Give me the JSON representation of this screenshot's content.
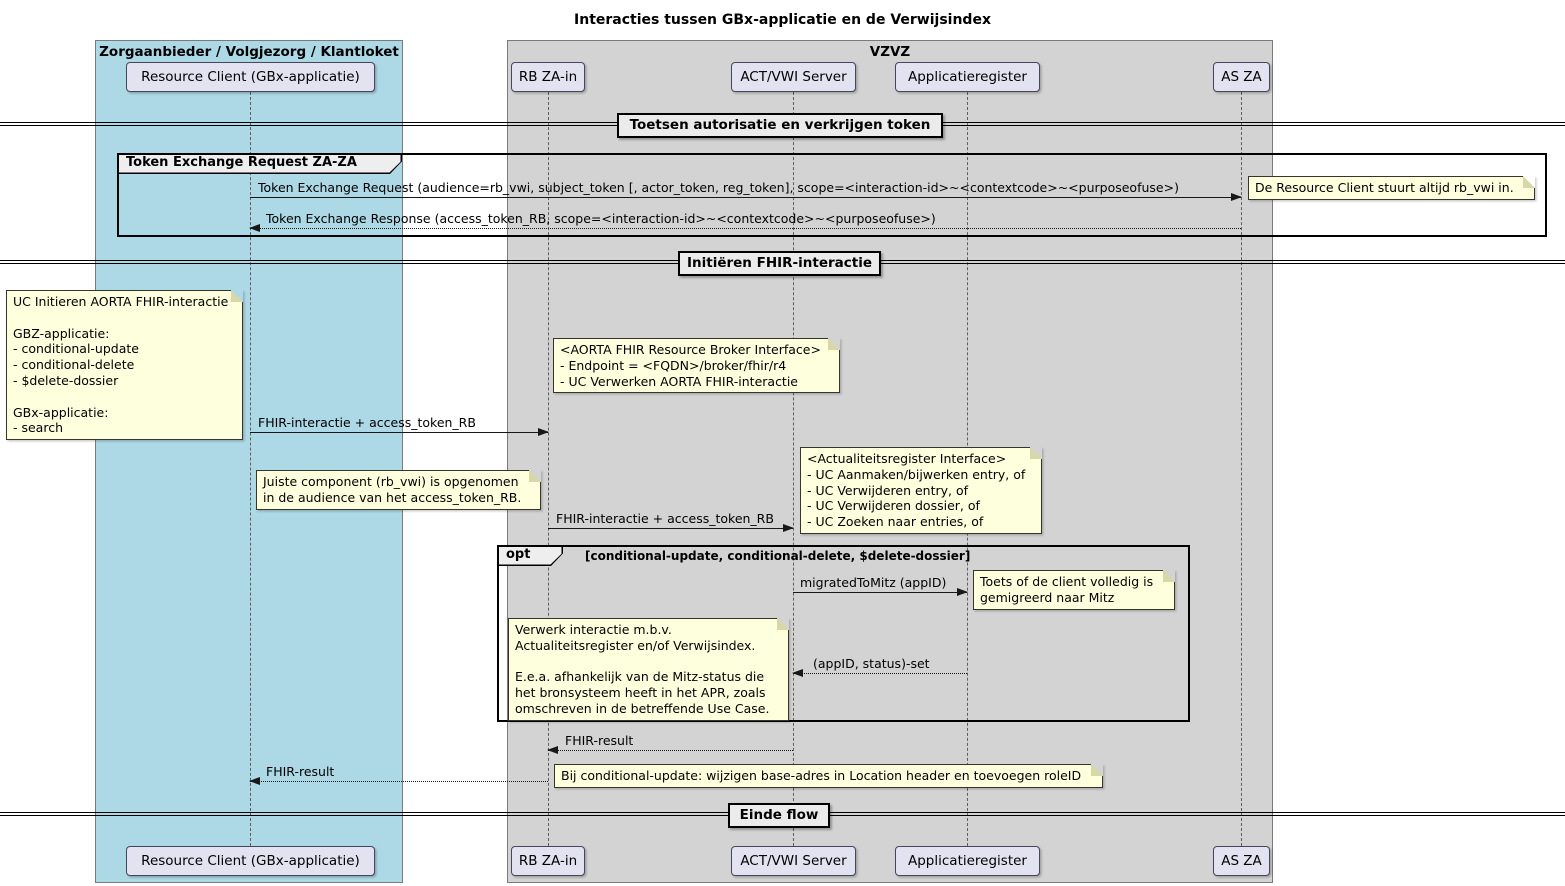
{
  "title": "Interacties tussen GBx-applicatie en de Verwijsindex",
  "swimlanes": {
    "left": {
      "label": "Zorgaanbieder / Volgjezorg / Klantloket",
      "color": "#ADD8E6"
    },
    "right": {
      "label": "VZVZ",
      "color": "#D3D3D3"
    }
  },
  "participants": [
    {
      "id": "resource-client",
      "label": "Resource Client (GBx-applicatie)"
    },
    {
      "id": "rb-za-in",
      "label": "RB ZA-in"
    },
    {
      "id": "act-vwi-server",
      "label": "ACT/VWI Server"
    },
    {
      "id": "applicatieregister",
      "label": "Applicatieregister"
    },
    {
      "id": "as-za",
      "label": "AS ZA"
    }
  ],
  "dividers": [
    {
      "label": "Toetsen autorisatie en verkrijgen token"
    },
    {
      "label": "Initiëren FHIR-interactie"
    },
    {
      "label": "Einde flow"
    }
  ],
  "frames": {
    "group": {
      "label": "Token Exchange Request ZA-ZA"
    },
    "opt": {
      "keyword": "opt",
      "condition": "[conditional-update, conditional-delete, $delete-dossier]"
    }
  },
  "messages": [
    {
      "from": "resource-client",
      "to": "as-za",
      "style": "solid",
      "text": "Token Exchange Request (audience=rb_vwi, subject_token [, actor_token, reg_token], scope=<interaction-id>~<contextcode>~<purposeofuse>)"
    },
    {
      "from": "as-za",
      "to": "resource-client",
      "style": "dotted",
      "text": "Token Exchange Response (access_token_RB, scope=<interaction-id>~<contextcode>~<purposeofuse>)"
    },
    {
      "from": "resource-client",
      "to": "rb-za-in",
      "style": "solid",
      "text": "FHIR-interactie + access_token_RB"
    },
    {
      "from": "rb-za-in",
      "to": "act-vwi-server",
      "style": "solid",
      "text": "FHIR-interactie + access_token_RB"
    },
    {
      "from": "act-vwi-server",
      "to": "applicatieregister",
      "style": "solid",
      "text": "migratedToMitz (appID)"
    },
    {
      "from": "applicatieregister",
      "to": "act-vwi-server",
      "style": "dotted",
      "text": "(appID, status)-set"
    },
    {
      "from": "act-vwi-server",
      "to": "rb-za-in",
      "style": "dotted",
      "text": "FHIR-result"
    },
    {
      "from": "rb-za-in",
      "to": "resource-client",
      "style": "dotted",
      "text": "FHIR-result"
    }
  ],
  "notes": [
    {
      "text": "De Resource Client stuurt altijd rb_vwi in."
    },
    {
      "text": "UC Initieren AORTA FHIR-interactie\n\nGBZ-applicatie:\n- conditional-update\n- conditional-delete\n- $delete-dossier\n\nGBx-applicatie:\n- search"
    },
    {
      "text": "<AORTA FHIR Resource Broker Interface>\n- Endpoint = <FQDN>/broker/fhir/r4\n- UC Verwerken AORTA FHIR-interactie"
    },
    {
      "text": "Juiste component (rb_vwi) is opgenomen\nin de audience van het access_token_RB."
    },
    {
      "text": "<Actualiteitsregister Interface>\n- UC Aanmaken/bijwerken entry, of\n- UC Verwijderen entry, of\n- UC Verwijderen dossier, of\n- UC Zoeken naar entries, of"
    },
    {
      "text": "Toets of de client volledig is\ngemigreerd naar Mitz"
    },
    {
      "text": "Verwerk interactie m.b.v.\nActualiteitsregister en/of Verwijsindex.\n\nE.e.a. afhankelijk van de Mitz-status die\nhet bronsysteem heeft in het APR, zoals\nomschreven in de betreffende Use Case."
    },
    {
      "text": "Bij conditional-update: wijzigen base-adres in Location header en toevoegen roleID"
    }
  ],
  "colors": {
    "participant_fill": "#E2E2F0",
    "note_fill": "#FEFFDD",
    "left_box_fill": "#ADD8E6",
    "right_box_fill": "#D3D3D3",
    "divider_fill": "#EBEBEB",
    "frame_border": "#000000",
    "line": "#181818"
  }
}
